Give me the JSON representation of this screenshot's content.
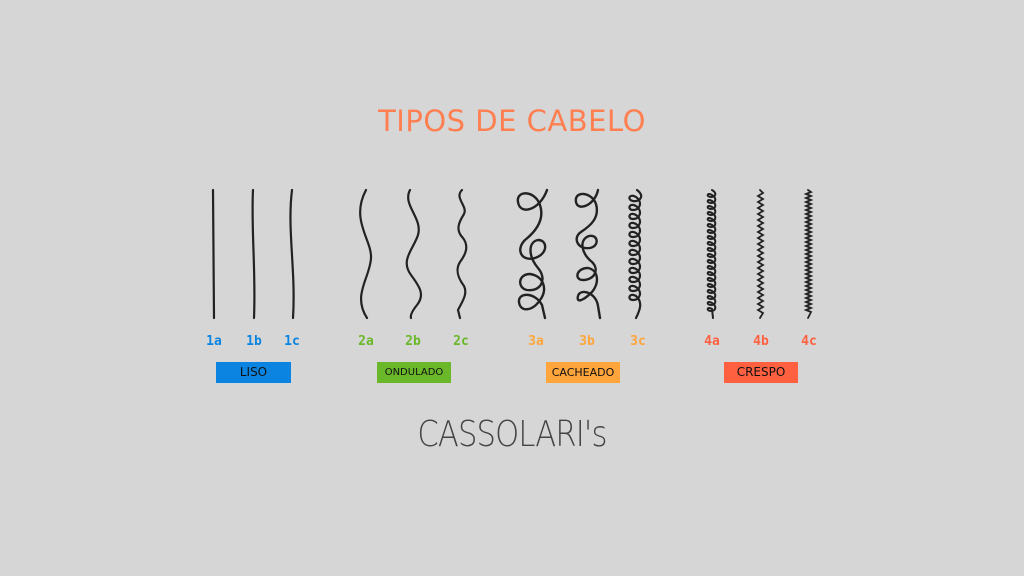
{
  "title": "TIPOS DE CABELO",
  "brand": "CASSOLARI's",
  "groups": [
    {
      "name": "LISO",
      "color": "#0a84e0",
      "codes": [
        "1a",
        "1b",
        "1c"
      ]
    },
    {
      "name": "ONDULADO",
      "color": "#6ab82a",
      "codes": [
        "2a",
        "2b",
        "2c"
      ]
    },
    {
      "name": "CACHEADO",
      "color": "#ffa53c",
      "codes": [
        "3a",
        "3b",
        "3c"
      ]
    },
    {
      "name": "CRESPO",
      "color": "#ff6040",
      "codes": [
        "4a",
        "4b",
        "4c"
      ]
    }
  ],
  "colors": {
    "background": "#d6d6d6",
    "title": "#ff7f50",
    "strand": "#222222"
  }
}
